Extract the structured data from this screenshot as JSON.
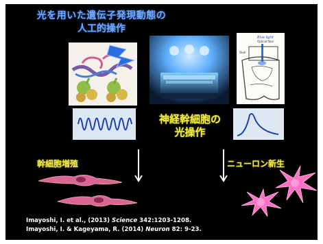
{
  "title": {
    "line1": "光を用いた遺伝子発現動態の",
    "line2": "人工的操作"
  },
  "center_label": {
    "line1": "神経幹細胞の",
    "line2": "光操作"
  },
  "left_label": "幹細胞増殖",
  "right_label": "ニューロン新生",
  "diagram_text": {
    "blue_light": "Blue light",
    "optical_fiber": "Optical fiber",
    "skull": "Skull"
  },
  "references": [
    {
      "authors": "Imayoshi, I. et al., (2013) ",
      "journal": "Science",
      "detail": " 342:1203-1208."
    },
    {
      "authors": "Imayoshi, I. & Kageyama, R. (2014) ",
      "journal": "Neuron",
      "detail": " 82: 9-23."
    }
  ],
  "colors": {
    "background": "#000000",
    "title": "#6fa8ff",
    "label": "#f5ee3b",
    "citation": "#ffffff",
    "cell_pink": "#e06a9a",
    "neuron_pink": "#ff6fc4"
  }
}
